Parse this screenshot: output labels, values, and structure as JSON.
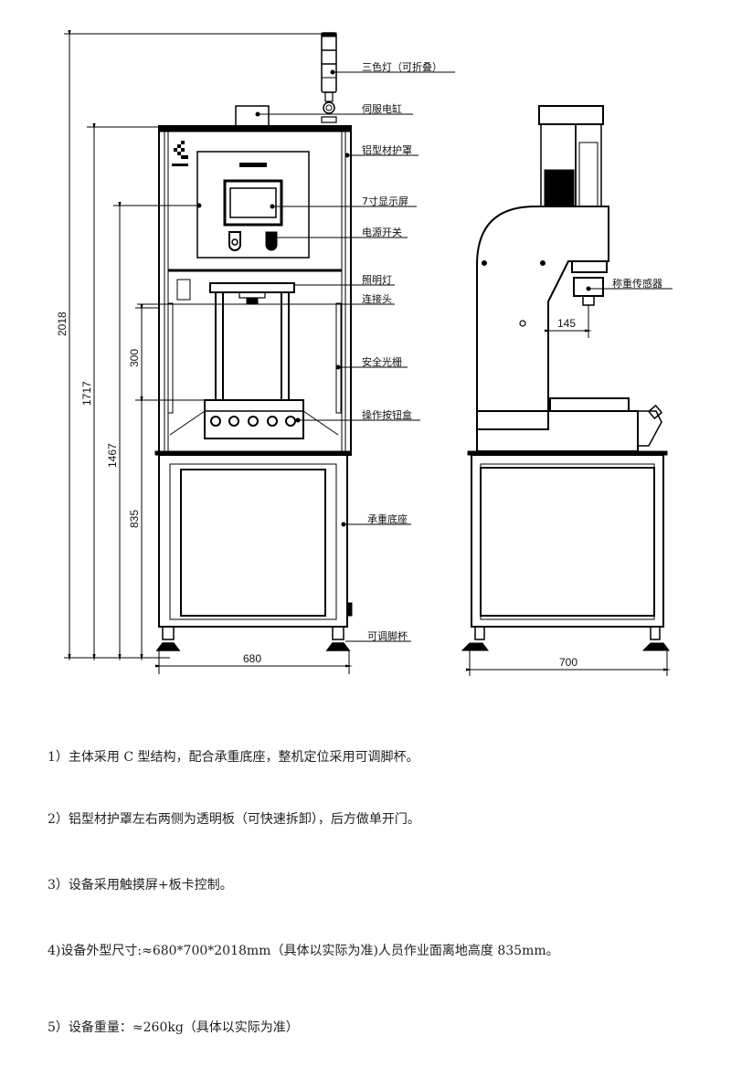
{
  "drawing": {
    "front_view": {
      "callouts": [
        {
          "id": "tower-light",
          "text": "三色灯（可折叠）"
        },
        {
          "id": "servo-cylinder",
          "text": "伺服电缸"
        },
        {
          "id": "aluminum-cover",
          "text": "铝型材护罩"
        },
        {
          "id": "touch-screen",
          "text": "7寸显示屏"
        },
        {
          "id": "power-switch",
          "text": "电源开关"
        },
        {
          "id": "lighting-lamp",
          "text": "照明灯"
        },
        {
          "id": "connector-head",
          "text": "连接头"
        },
        {
          "id": "safety-light-curtain",
          "text": "安全光栅"
        },
        {
          "id": "operation-button-box",
          "text": "操作按钮盒"
        },
        {
          "id": "load-bearing-base",
          "text": "承重底座"
        },
        {
          "id": "adjustable-foot-cup",
          "text": "可调脚杯"
        }
      ],
      "dimensions": {
        "total_height": "2018",
        "cover_top_height": "1717",
        "press_head_height": "1467",
        "stroke": "300",
        "work_height": "835",
        "width": "680"
      }
    },
    "side_view": {
      "callouts": [
        {
          "id": "load-cell",
          "text": "称重传感器"
        }
      ],
      "dimensions": {
        "throat_depth": "145",
        "depth": "700"
      }
    },
    "colors": {
      "line": "#000000",
      "background": "#ffffff"
    }
  },
  "notes": [
    "1）主体采用 C 型结构，配合承重底座，整机定位采用可调脚杯。",
    "2）铝型材护罩左右两侧为透明板（可快速拆卸），后方做单开门。",
    "3）设备采用触摸屏+板卡控制。",
    "4)设备外型尺寸:≈680*700*2018mm（具体以实际为准)人员作业面离地高度 835mm。",
    "5）设备重量：≈260kg（具体以实际为准）"
  ]
}
